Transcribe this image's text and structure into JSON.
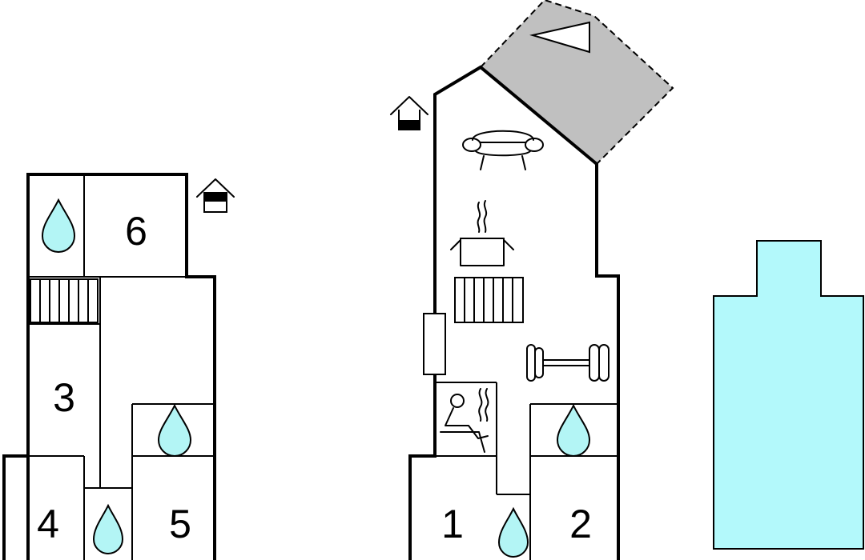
{
  "rooms": {
    "r1": "1",
    "r2": "2",
    "r3": "3",
    "r4": "4",
    "r5": "5",
    "r6": "6"
  },
  "colors": {
    "water": "#b3f5f5",
    "pool": "#b3f9fb",
    "terrace": "#c0c0c0",
    "wall": "#000000"
  },
  "icons": [
    "house-floor-icon",
    "bathroom-drop-icon",
    "stairs-icon",
    "sofa-icon",
    "cooking-pot-icon",
    "dumbbell-icon",
    "sauna-icon",
    "north-arrow-icon",
    "pool"
  ]
}
